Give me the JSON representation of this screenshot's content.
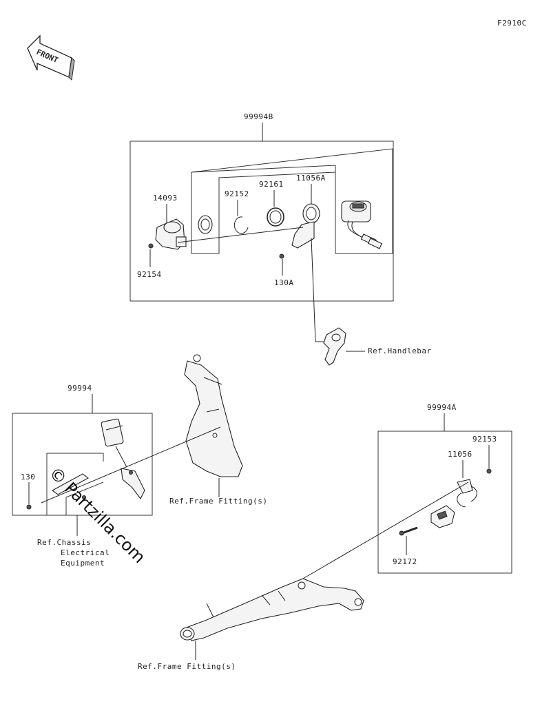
{
  "figure_code": "F2910C",
  "front_label": "FRONT",
  "watermark": "© Partzilla.com",
  "assemblies": {
    "top_kit": "99994B",
    "left_kit": "99994",
    "right_kit": "99994A"
  },
  "part_labels": {
    "p14093": "14093",
    "p92152": "92152",
    "p92161": "92161",
    "p11056A": "11056A",
    "p92154": "92154",
    "p130A": "130A",
    "p130": "130",
    "p92153": "92153",
    "p11056": "11056",
    "p92172": "92172"
  },
  "references": {
    "handlebar": "Ref.Handlebar",
    "frame_fitting_1": "Ref.Frame Fitting(s)",
    "chassis_line1": "Ref.Chassis",
    "chassis_line2": "Electrical",
    "chassis_line3": "Equipment",
    "frame_fitting_2": "Ref.Frame Fitting(s)"
  }
}
